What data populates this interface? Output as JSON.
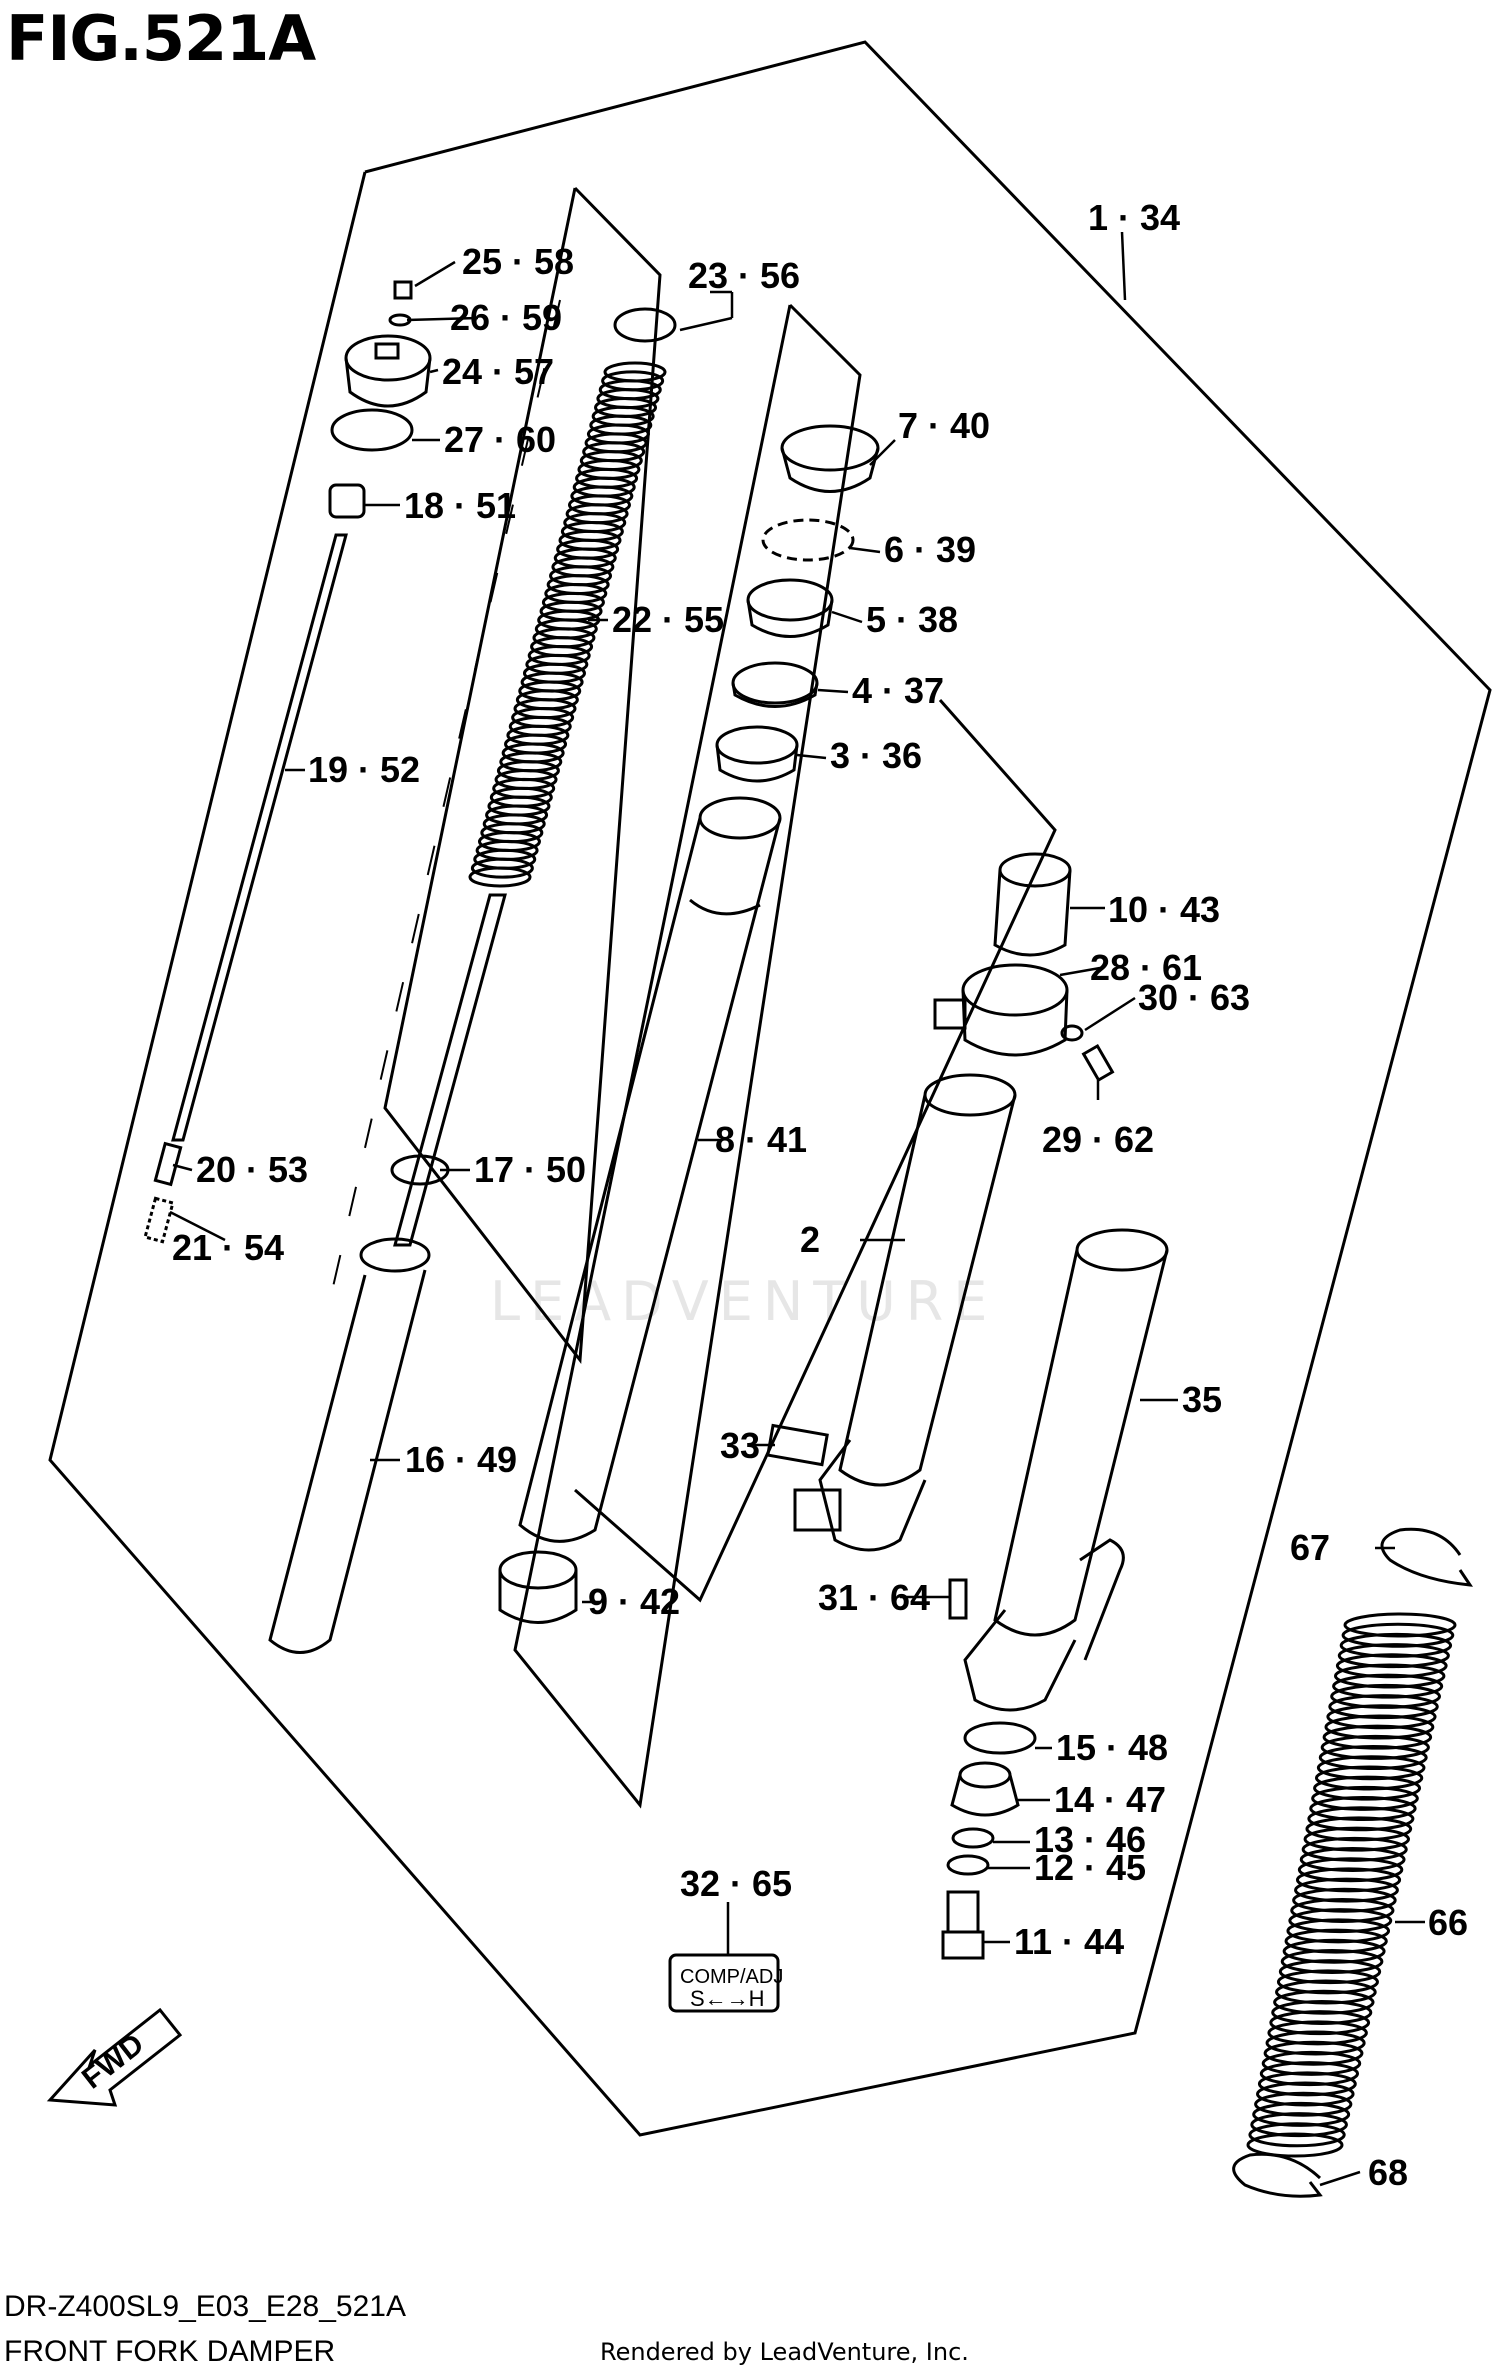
{
  "figure_title": "FIG.521A",
  "model_code": "DR-Z400SL9_E03_E28_521A",
  "section_title": "FRONT FORK DAMPER",
  "credit": "Rendered by LeadVenture, Inc.",
  "watermark": "LEADVENTURE",
  "fwd_label": "FWD",
  "comp_adj": {
    "line1": "COMP/ADJ",
    "line2": "S←→H"
  },
  "parts": [
    {
      "id": "p1",
      "label": "1 · 34"
    },
    {
      "id": "p2",
      "label": "2"
    },
    {
      "id": "p3",
      "label": "3 · 36"
    },
    {
      "id": "p4",
      "label": "4 · 37"
    },
    {
      "id": "p5",
      "label": "5 · 38"
    },
    {
      "id": "p6",
      "label": "6 · 39"
    },
    {
      "id": "p7",
      "label": "7 · 40"
    },
    {
      "id": "p8",
      "label": "8 · 41"
    },
    {
      "id": "p9",
      "label": "9 · 42"
    },
    {
      "id": "p10",
      "label": "10 · 43"
    },
    {
      "id": "p11",
      "label": "11 · 44"
    },
    {
      "id": "p12",
      "label": "12 · 45"
    },
    {
      "id": "p13",
      "label": "13 · 46"
    },
    {
      "id": "p14",
      "label": "14 · 47"
    },
    {
      "id": "p15",
      "label": "15 · 48"
    },
    {
      "id": "p16",
      "label": "16 · 49"
    },
    {
      "id": "p17",
      "label": "17 · 50"
    },
    {
      "id": "p18",
      "label": "18 · 51"
    },
    {
      "id": "p19",
      "label": "19 · 52"
    },
    {
      "id": "p20",
      "label": "20 · 53"
    },
    {
      "id": "p21",
      "label": "21 · 54"
    },
    {
      "id": "p22",
      "label": "22 · 55"
    },
    {
      "id": "p23",
      "label": "23 · 56"
    },
    {
      "id": "p24",
      "label": "24 · 57"
    },
    {
      "id": "p25",
      "label": "25 · 58"
    },
    {
      "id": "p26",
      "label": "26 · 59"
    },
    {
      "id": "p27",
      "label": "27 · 60"
    },
    {
      "id": "p28",
      "label": "28 · 61"
    },
    {
      "id": "p29",
      "label": "29 · 62"
    },
    {
      "id": "p30",
      "label": "30 · 63"
    },
    {
      "id": "p31",
      "label": "31 · 64"
    },
    {
      "id": "p32",
      "label": "32 · 65"
    },
    {
      "id": "p33",
      "label": "33"
    },
    {
      "id": "p35",
      "label": "35"
    },
    {
      "id": "p66",
      "label": "66"
    },
    {
      "id": "p67",
      "label": "67"
    },
    {
      "id": "p68",
      "label": "68"
    }
  ]
}
